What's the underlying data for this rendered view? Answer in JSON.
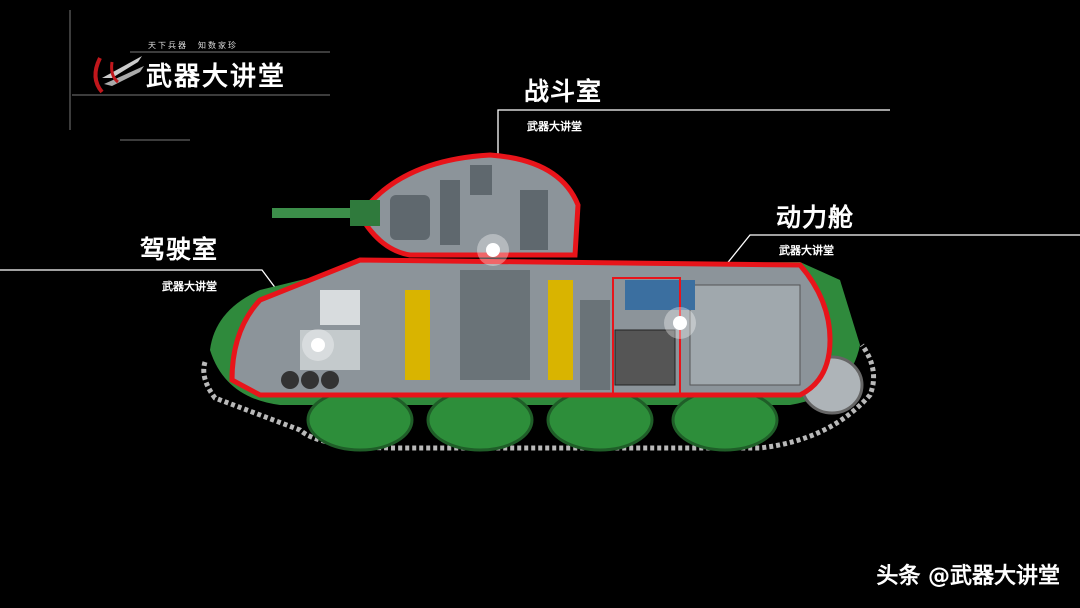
{
  "logo": {
    "tagline": "天下兵器　知数家珍",
    "title": "武器大讲堂",
    "emblem_icon": "winged-emblem-icon"
  },
  "callouts": {
    "fighting": {
      "title": "战斗室",
      "sub": "武器大讲堂"
    },
    "engine": {
      "title": "动力舱",
      "sub": "武器大讲堂"
    },
    "driver": {
      "title": "驾驶室",
      "sub": "武器大讲堂"
    }
  },
  "watermark": "头条 @武器大讲堂",
  "colors": {
    "background": "#000000",
    "outline": "#e8141a",
    "hull_green": "#2f8a3c",
    "interior_gray": "#8c949a",
    "line_white": "#ffffff"
  }
}
